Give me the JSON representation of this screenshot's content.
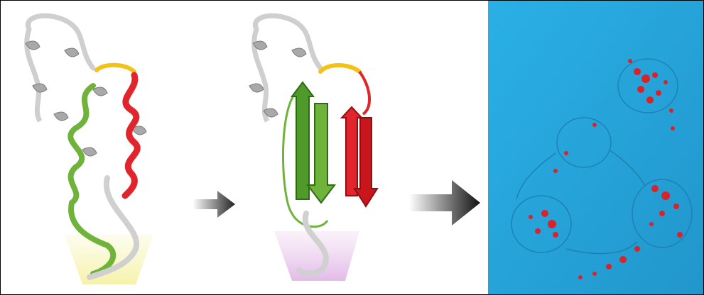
{
  "figure": {
    "panels": [
      {
        "id": "helix-protein",
        "icon": "alpha-helix-protein-icon"
      },
      {
        "id": "sheet-protein",
        "icon": "beta-sheet-protein-icon"
      },
      {
        "id": "cell-micrograph",
        "icon": "fluorescence-micrograph-icon"
      }
    ],
    "arrows": [
      {
        "icon": "arrow-right-icon",
        "size": "small"
      },
      {
        "icon": "arrow-right-icon",
        "size": "large"
      }
    ],
    "colors": {
      "green": "#6fb33a",
      "dark_green": "#3f7d1f",
      "red": "#e0262c",
      "yellow": "#f2c21b",
      "gray_ribbon": "#c9c9c9",
      "micrograph_bg": "#2aa7dd",
      "glow_yellow": "#f8f6c4",
      "glow_purple": "#ecd2ef"
    }
  }
}
